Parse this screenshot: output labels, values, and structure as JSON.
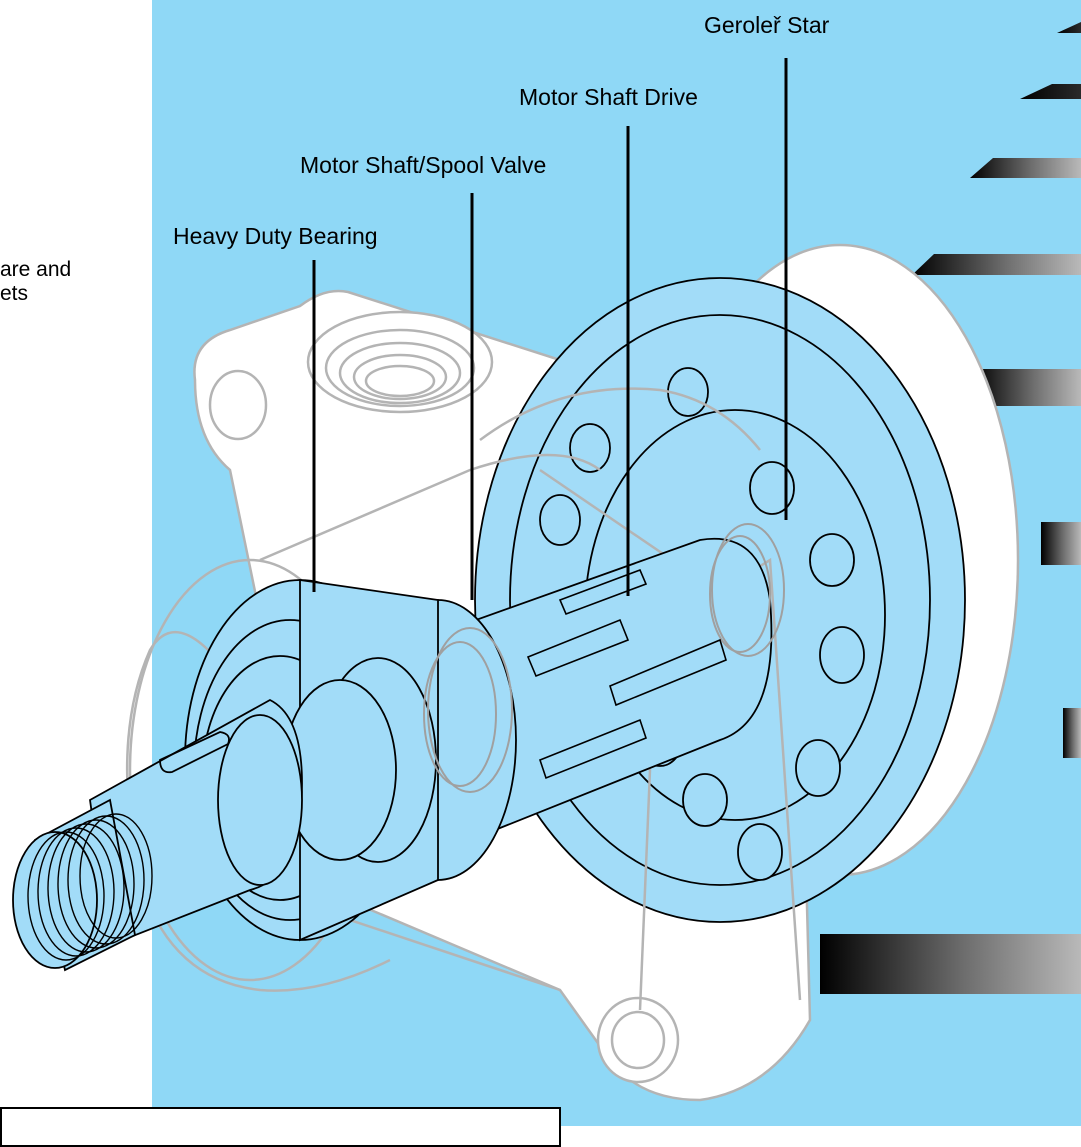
{
  "colors": {
    "panel": "#8fd8f6",
    "part_fill": "#a2dcf8",
    "outline_gray": "#b4b4b4",
    "ink": "#000000"
  },
  "labels": {
    "geroler_star": "Geroleř  Star",
    "motor_shaft_drive": "Motor Shaft Drive",
    "motor_shaft_spool_valve": "Motor Shaft/Spool Valve",
    "heavy_duty_bearing": "Heavy Duty Bearing"
  },
  "left_fragment": {
    "line1": "are and",
    "line2": "ets"
  }
}
